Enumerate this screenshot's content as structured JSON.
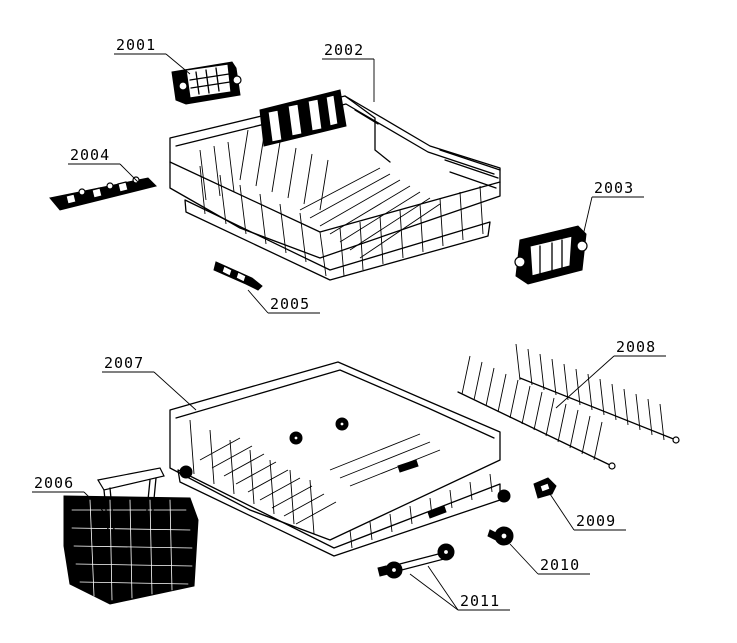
{
  "callouts": {
    "p2001": "2001",
    "p2002": "2002",
    "p2003": "2003",
    "p2004": "2004",
    "p2005": "2005",
    "p2006": "2006",
    "p2007": "2007",
    "p2008": "2008",
    "p2009": "2009",
    "p2010": "2010",
    "p2011": "2011"
  },
  "colors": {
    "ink": "#000000",
    "paper": "#ffffff"
  }
}
